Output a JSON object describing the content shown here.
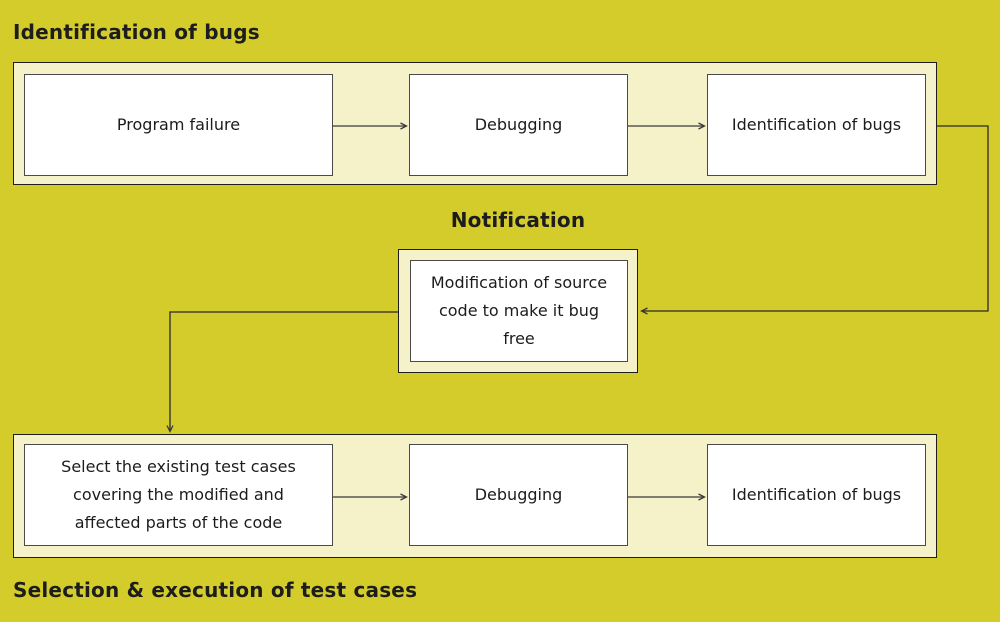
{
  "diagram": {
    "type": "flowchart",
    "colors": {
      "background": "#d4cc2b",
      "panel_fill": "#f5f2c9",
      "panel_border": "#1e1e1e",
      "box_fill": "#ffffff",
      "box_border": "#4a4a4a",
      "text": "#1c1c1c",
      "connector": "#3a3a3a"
    },
    "labels": {
      "top_section": "Identification of bugs",
      "middle_section": "Notification",
      "bottom_section": "Selection & execution of test cases"
    },
    "top_row": {
      "boxes": [
        {
          "label": "Program failure"
        },
        {
          "label": "Debugging"
        },
        {
          "label": "Identification of bugs"
        }
      ]
    },
    "middle": {
      "box_label": "Modification of source code to make it bug free"
    },
    "bottom_row": {
      "boxes": [
        {
          "label": "Select the existing test cases covering the modified and affected parts of the code"
        },
        {
          "label": "Debugging"
        },
        {
          "label": "Identification of bugs"
        }
      ]
    },
    "flow": [
      "Program failure -> Debugging",
      "Debugging -> Identification of bugs",
      "Identification of bugs -> Modification of source code to make it bug free",
      "Modification of source code to make it bug free -> Select the existing test cases covering the modified and affected parts of the code",
      "Select the existing test cases -> Debugging",
      "Debugging -> Identification of bugs"
    ]
  }
}
